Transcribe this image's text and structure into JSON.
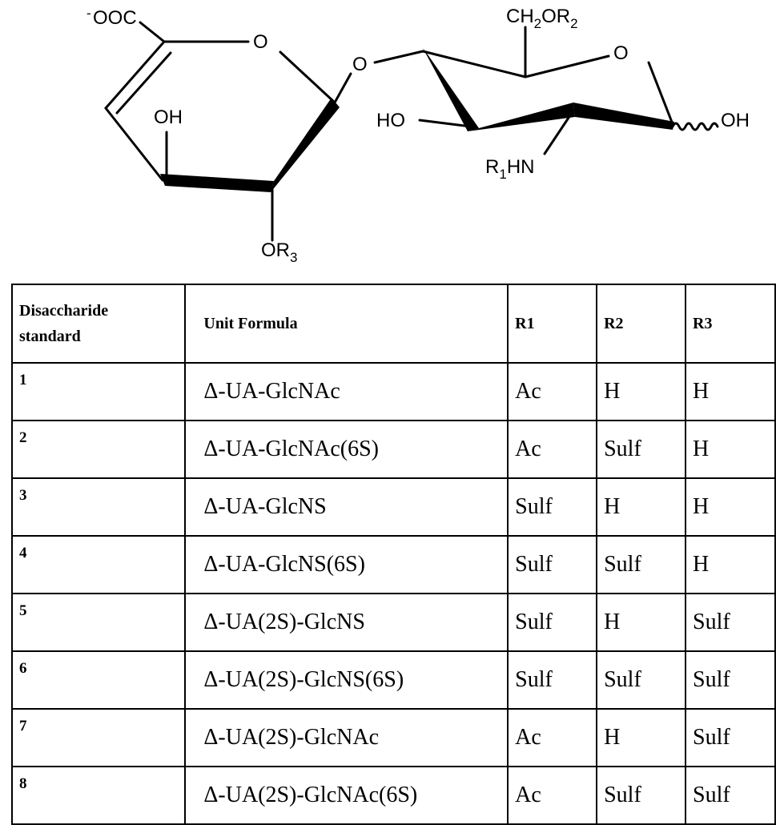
{
  "structure": {
    "labels": {
      "carboxylate_charge": "-",
      "carboxylate": "OOC",
      "ring_oxygen_left": "O",
      "glycosidic_oxygen": "O",
      "ring_oxygen_right": "O",
      "hydroxyl_left_ring": "OH",
      "or3_main": "OR",
      "or3_sub": "3",
      "ch2or2_main": "CH",
      "ch2or2_sub": "2",
      "ch2or2_mid": "OR",
      "ch2or2_sub2": "2",
      "ho_right_ring": "HO",
      "r1hn_main": "R",
      "r1hn_sub": "1",
      "r1hn_rest": "HN",
      "anomeric_oh": "OH"
    }
  },
  "table": {
    "headers": {
      "standard_line1": "Disaccharide",
      "standard_line2": "standard",
      "formula": "Unit Formula",
      "r1": "R1",
      "r2": "R2",
      "r3": "R3"
    },
    "rows": [
      {
        "standard": "1",
        "formula": "Δ-UA-GlcNAc",
        "r1": "Ac",
        "r2": "H",
        "r3": "H"
      },
      {
        "standard": "2",
        "formula": "Δ-UA-GlcNAc(6S)",
        "r1": "Ac",
        "r2": "Sulf",
        "r3": "H"
      },
      {
        "standard": "3",
        "formula": "Δ-UA-GlcNS",
        "r1": "Sulf",
        "r2": "H",
        "r3": "H"
      },
      {
        "standard": "4",
        "formula": "Δ-UA-GlcNS(6S)",
        "r1": "Sulf",
        "r2": "Sulf",
        "r3": "H"
      },
      {
        "standard": "5",
        "formula": "Δ-UA(2S)-GlcNS",
        "r1": "Sulf",
        "r2": "H",
        "r3": "Sulf"
      },
      {
        "standard": "6",
        "formula": "Δ-UA(2S)-GlcNS(6S)",
        "r1": "Sulf",
        "r2": "Sulf",
        "r3": "Sulf"
      },
      {
        "standard": "7",
        "formula": "Δ-UA(2S)-GlcNAc",
        "r1": "Ac",
        "r2": "H",
        "r3": "Sulf"
      },
      {
        "standard": "8",
        "formula": "Δ-UA(2S)-GlcNAc(6S)",
        "r1": "Ac",
        "r2": "Sulf",
        "r3": "Sulf"
      }
    ]
  }
}
